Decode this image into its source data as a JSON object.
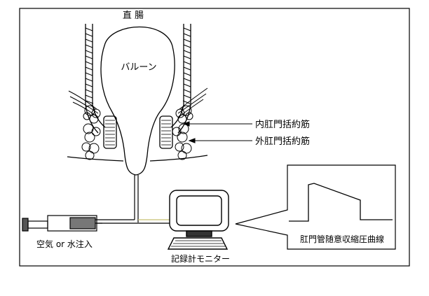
{
  "labels": {
    "rectum": "直 腸",
    "balloon": "バルーン",
    "internal_sphincter": "内肛門括約筋",
    "external_sphincter": "外肛門括約筋",
    "injection": "空気 or 水注入",
    "monitor": "記録計モニター",
    "curve": "肛門管随意収縮圧曲線"
  }
}
